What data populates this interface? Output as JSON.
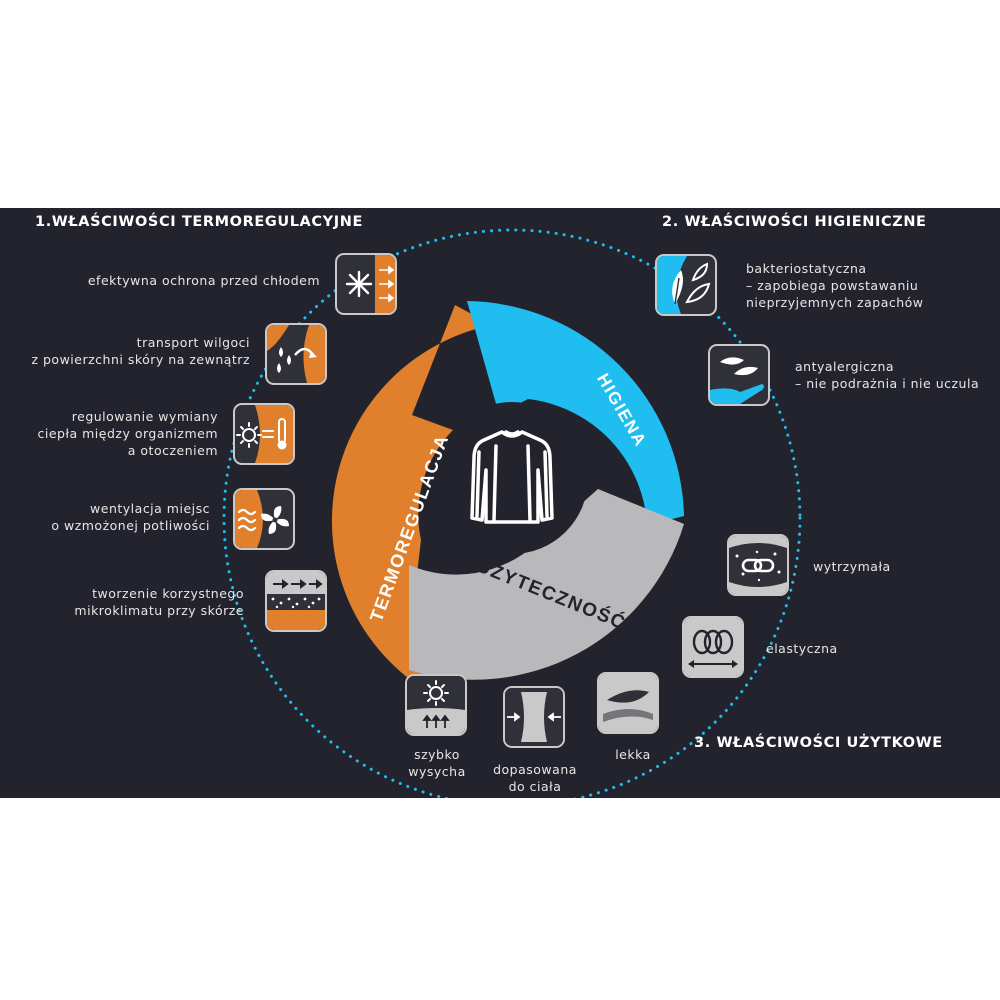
{
  "headings": {
    "termo": "1.WŁAŚCIWOŚCI TERMOREGULACYJNE",
    "hig": "2. WŁAŚCIWOŚCI HIGIENICZNE",
    "uzyt": "3. WŁAŚCIWOŚCI UŻYTKOWE"
  },
  "segments": {
    "termo": "TERMOREGULACJA",
    "hig": "HIGIENA",
    "uzyt": "UŻYTECZNOŚĆ"
  },
  "colors": {
    "orange": "#e07f2c",
    "blue": "#1fbdf0",
    "gray": "#b9b9bc",
    "panel": "#23232d"
  },
  "termo_features": [
    {
      "icon": "snowflake-icon",
      "lines": [
        "efektywna  ochrona przed chłodem"
      ]
    },
    {
      "icon": "moisture-drops-icon",
      "lines": [
        "transport wilgoci",
        "z powierzchni skóry na zewnątrz"
      ]
    },
    {
      "icon": "sun-thermometer-icon",
      "lines": [
        "regulowanie wymiany",
        "ciepła między organizmem",
        "a otoczeniem"
      ]
    },
    {
      "icon": "fan-icon",
      "lines": [
        "wentylacja miejsc",
        "o wzmożonej potliwości"
      ]
    },
    {
      "icon": "microclimate-icon",
      "lines": [
        "tworzenie korzystnego",
        "mikroklimatu przy skórze"
      ]
    }
  ],
  "hig_features": [
    {
      "icon": "leaves-icon",
      "lines": [
        "bakteriostatyczna",
        "– zapobiega powstawaniu",
        "nieprzyjemnych zapachów"
      ]
    },
    {
      "icon": "feather-hand-icon",
      "lines": [
        "antyalergiczna",
        "– nie podrażnia i nie uczula"
      ]
    }
  ],
  "uzyt_features": [
    {
      "icon": "chain-link-icon",
      "lines": [
        "wytrzymała"
      ]
    },
    {
      "icon": "coil-stretch-icon",
      "lines": [
        "elastyczna"
      ]
    },
    {
      "icon": "feather-light-icon",
      "lines": [
        "lekka"
      ]
    },
    {
      "icon": "fitted-body-icon",
      "lines": [
        "dopasowana",
        "do ciała"
      ]
    },
    {
      "icon": "sun-dry-icon",
      "lines": [
        "szybko",
        "wysycha"
      ]
    }
  ]
}
